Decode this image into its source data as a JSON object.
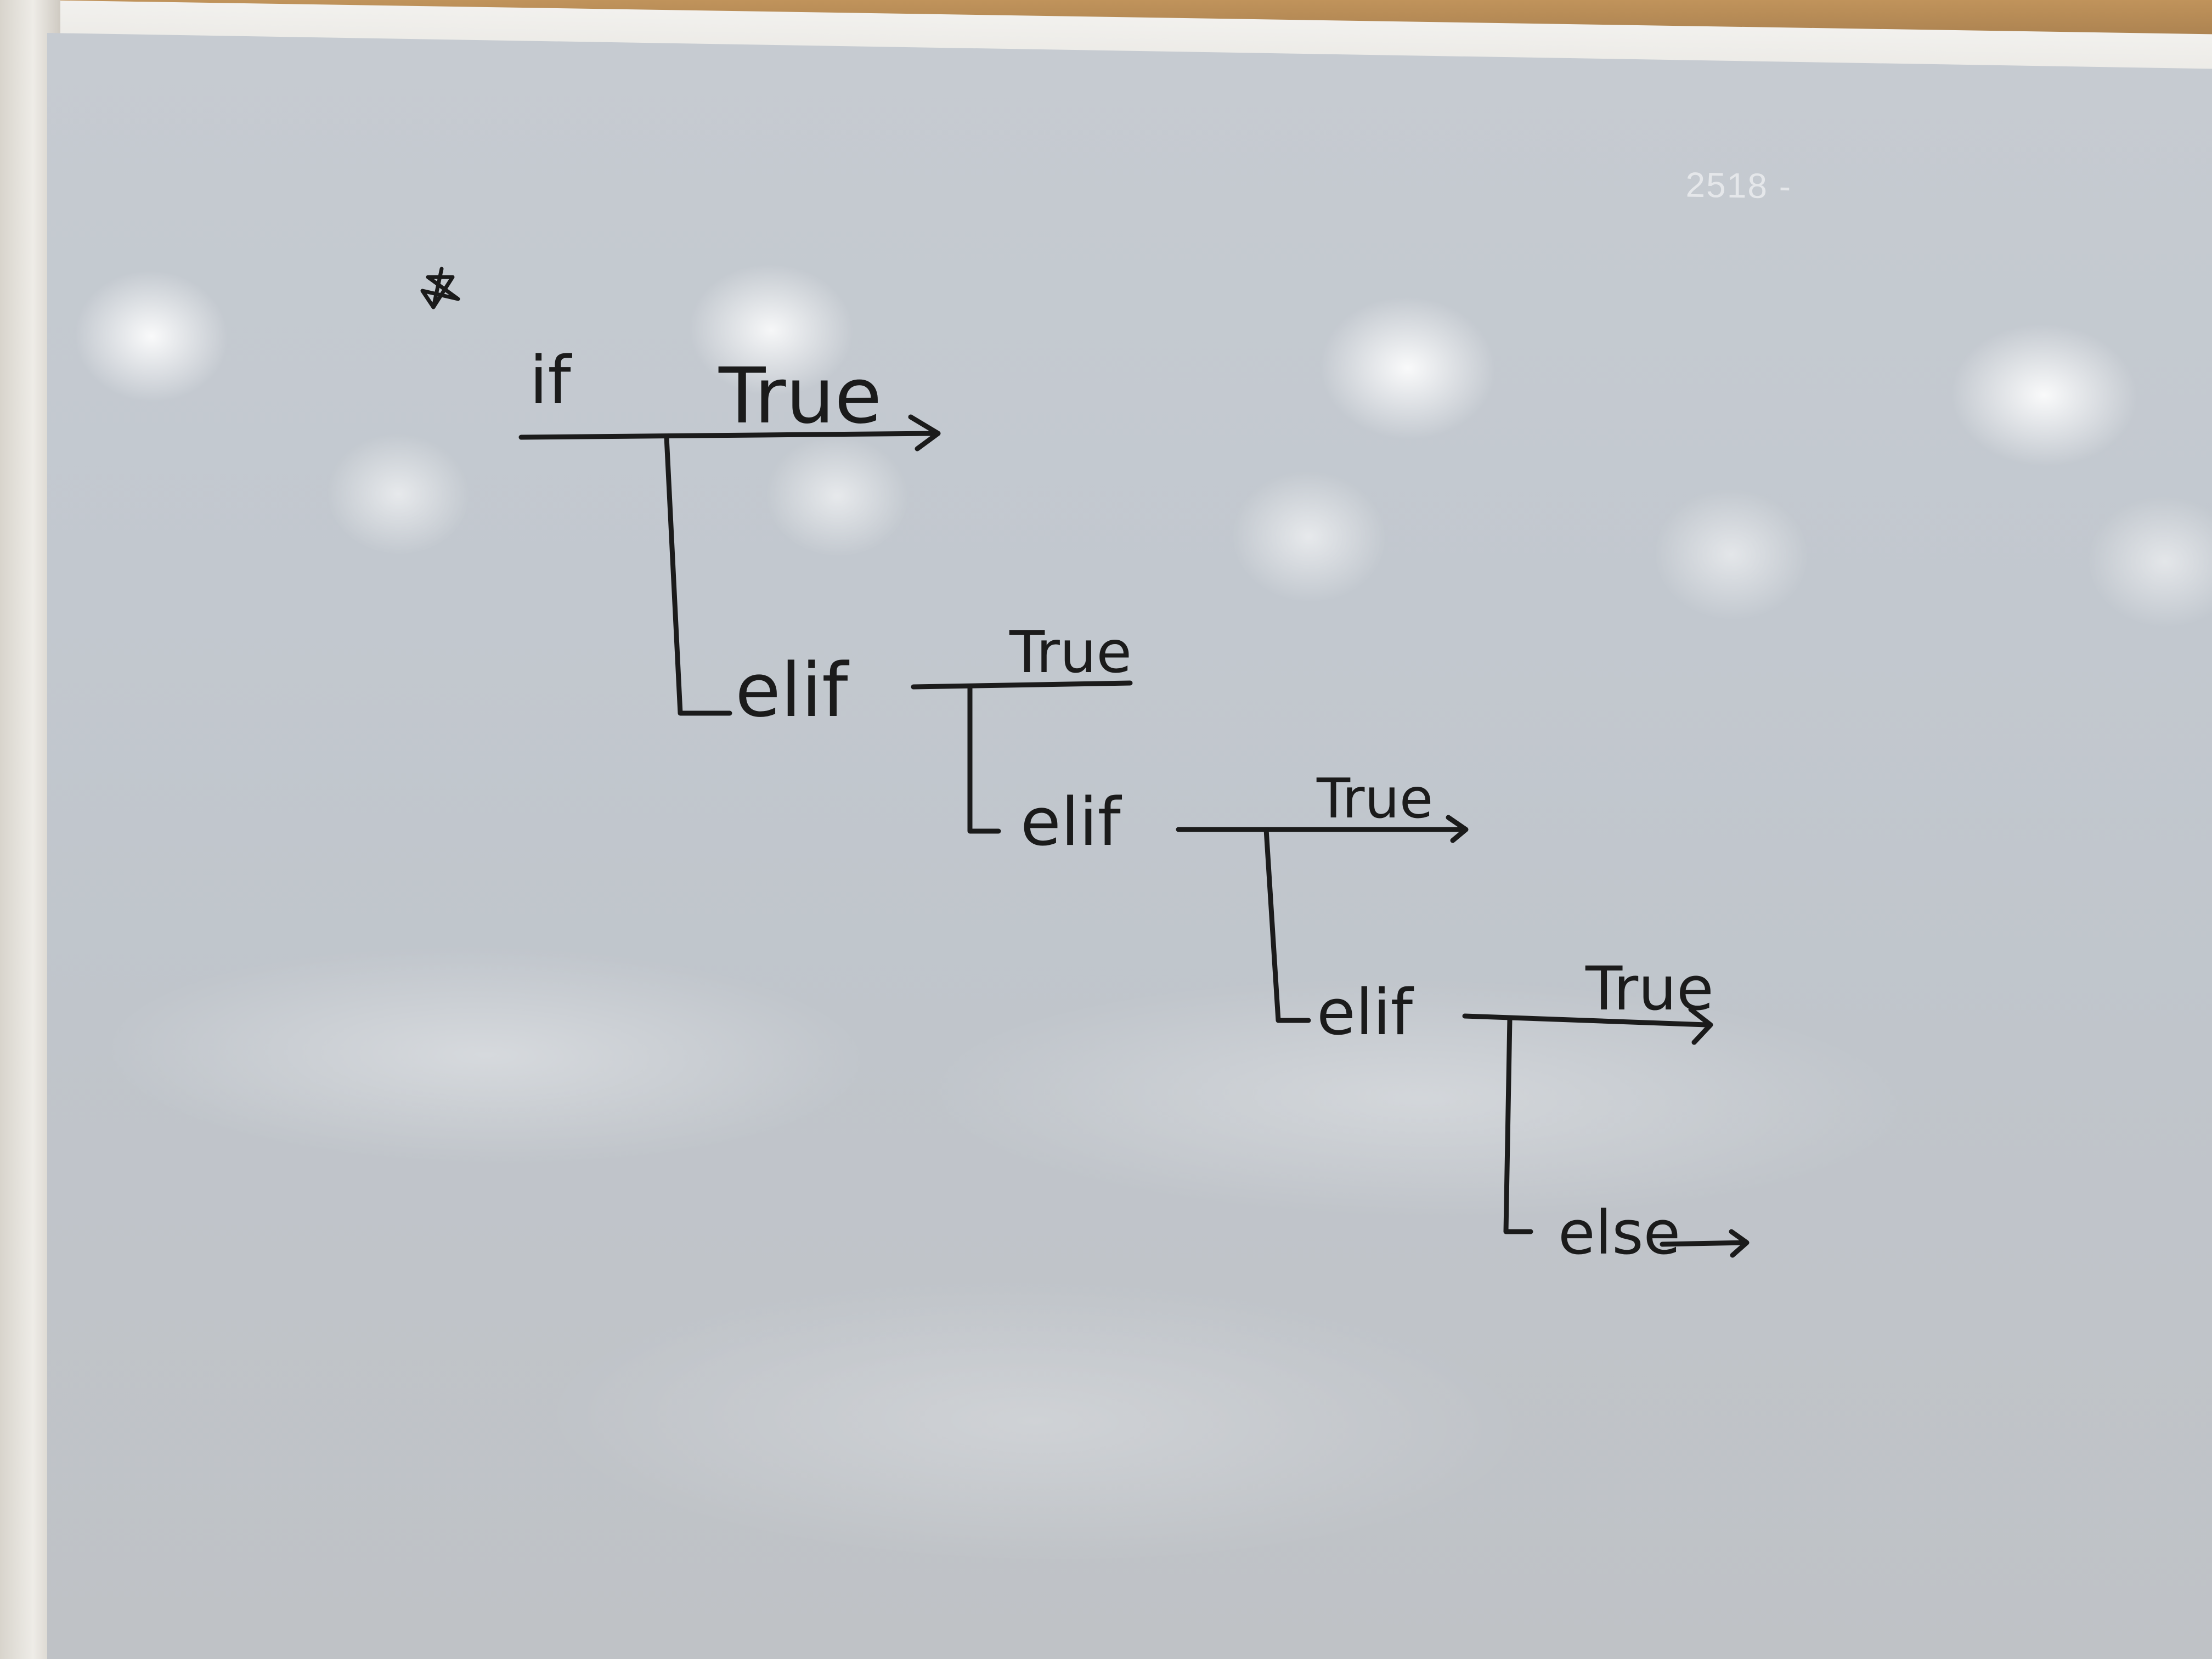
{
  "board": {
    "corner_mark": "2518 - "
  },
  "diagram": {
    "if_label": "if",
    "if_branch": "True",
    "elif_1": "elif",
    "elif_1_branch": "True",
    "elif_2": "elif",
    "elif_2_branch": "True",
    "elif_3": "elif",
    "elif_3_branch": "True",
    "else_label": "else"
  },
  "colors": {
    "ink": "#1b1b1b",
    "board": "#c3c8ce",
    "cork": "#b08550"
  }
}
